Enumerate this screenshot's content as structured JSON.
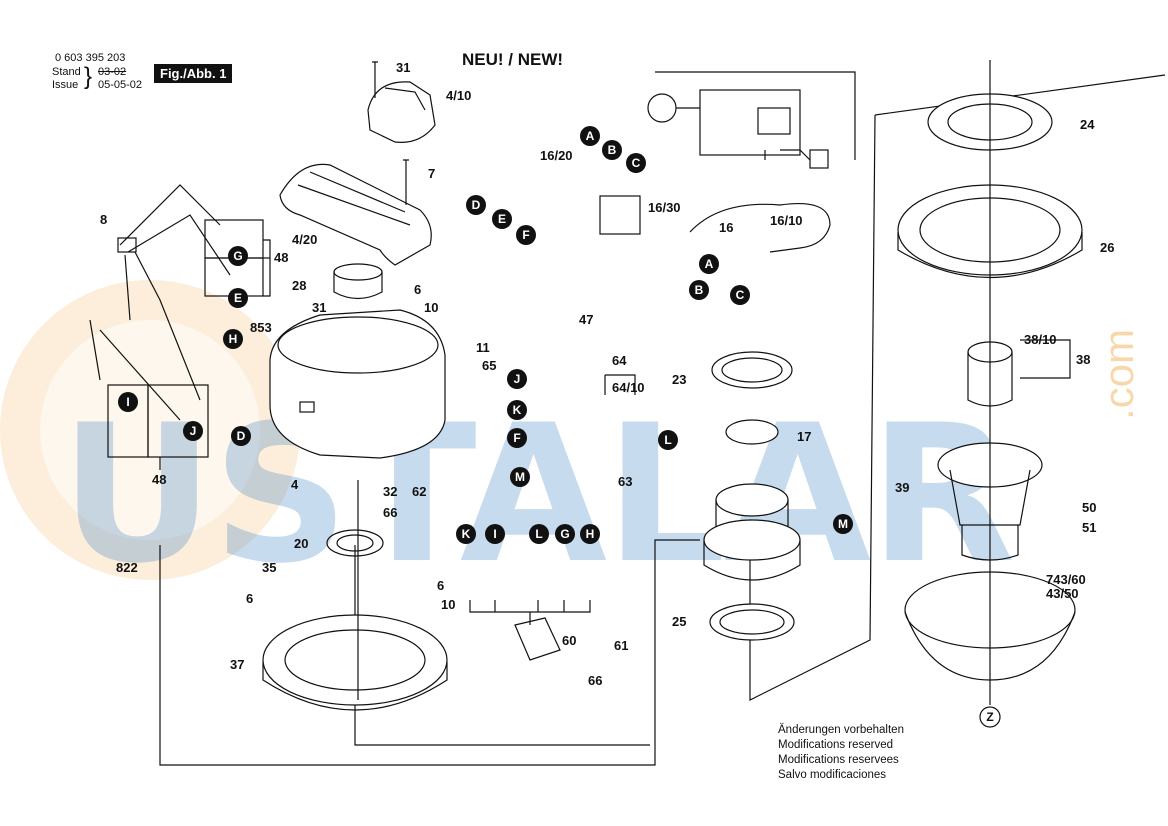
{
  "header": {
    "part_number": "0 603 395 203",
    "stand_label": "Stand",
    "issue_label": "Issue",
    "stand_date": "03-02",
    "issue_date": "05-05-02",
    "figure_label": "Fig./Abb. 1"
  },
  "title": "NEU! / NEW!",
  "watermark": {
    "text": "USTALAR",
    "suffix": ".com"
  },
  "notes": [
    "Änderungen vorbehalten",
    "Modifications reserved",
    "Modifications reservees",
    "Salvo modificaciones"
  ],
  "part_labels": [
    "31",
    "4/10",
    "7",
    "4/20",
    "28",
    "6",
    "10",
    "31",
    "47",
    "11",
    "65",
    "853",
    "4",
    "32",
    "62",
    "66",
    "8",
    "48",
    "48",
    "20",
    "822",
    "35",
    "6",
    "6",
    "10",
    "37",
    "16/20",
    "16/30",
    "16",
    "16/10",
    "64",
    "64/10",
    "63",
    "60",
    "61",
    "66",
    "23",
    "17",
    "25",
    "24",
    "26",
    "38/10",
    "38",
    "39",
    "50",
    "51",
    "743/60",
    "43/50"
  ],
  "connector_letters": [
    "A",
    "B",
    "C",
    "D",
    "E",
    "F",
    "A",
    "B",
    "C",
    "J",
    "K",
    "F",
    "G",
    "E",
    "H",
    "I",
    "J",
    "D",
    "L",
    "M",
    "M",
    "K",
    "I",
    "L",
    "G",
    "H",
    "Z"
  ],
  "colors": {
    "line": "#111111",
    "watermark_blue": "#3b7fc4",
    "watermark_orange": "#f0a030"
  }
}
